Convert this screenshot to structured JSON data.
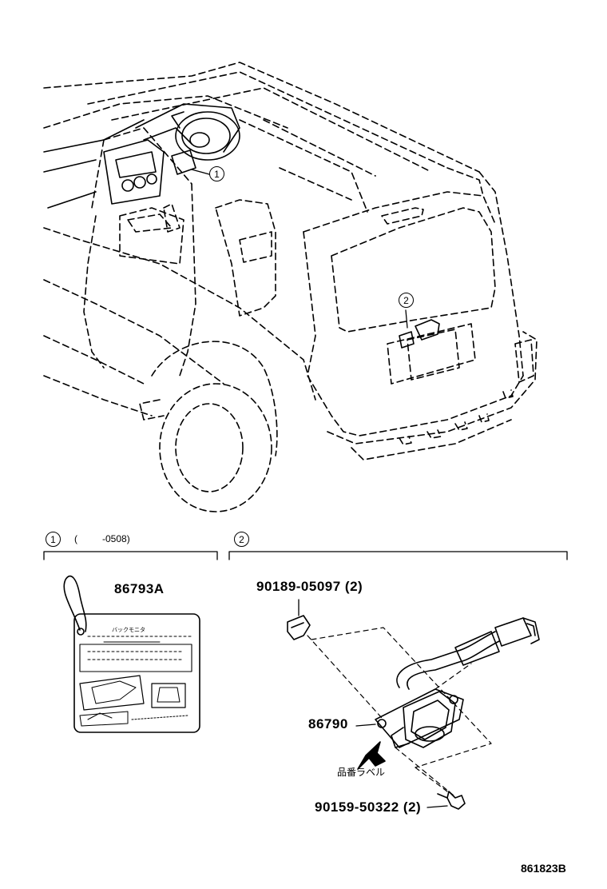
{
  "callouts": {
    "c1": "1",
    "c2": "2"
  },
  "section1": {
    "number": "1",
    "condition_open": "(",
    "condition_code": "-0508)",
    "part_number": "86793A",
    "label_line1": "バックモニタ"
  },
  "section2": {
    "number": "2",
    "clip_part": "90189-05097 (2)",
    "camera_part": "86790",
    "label_note": "品番ラベル",
    "screw_part": "90159-50322 (2)"
  },
  "figure_id": "861823B"
}
